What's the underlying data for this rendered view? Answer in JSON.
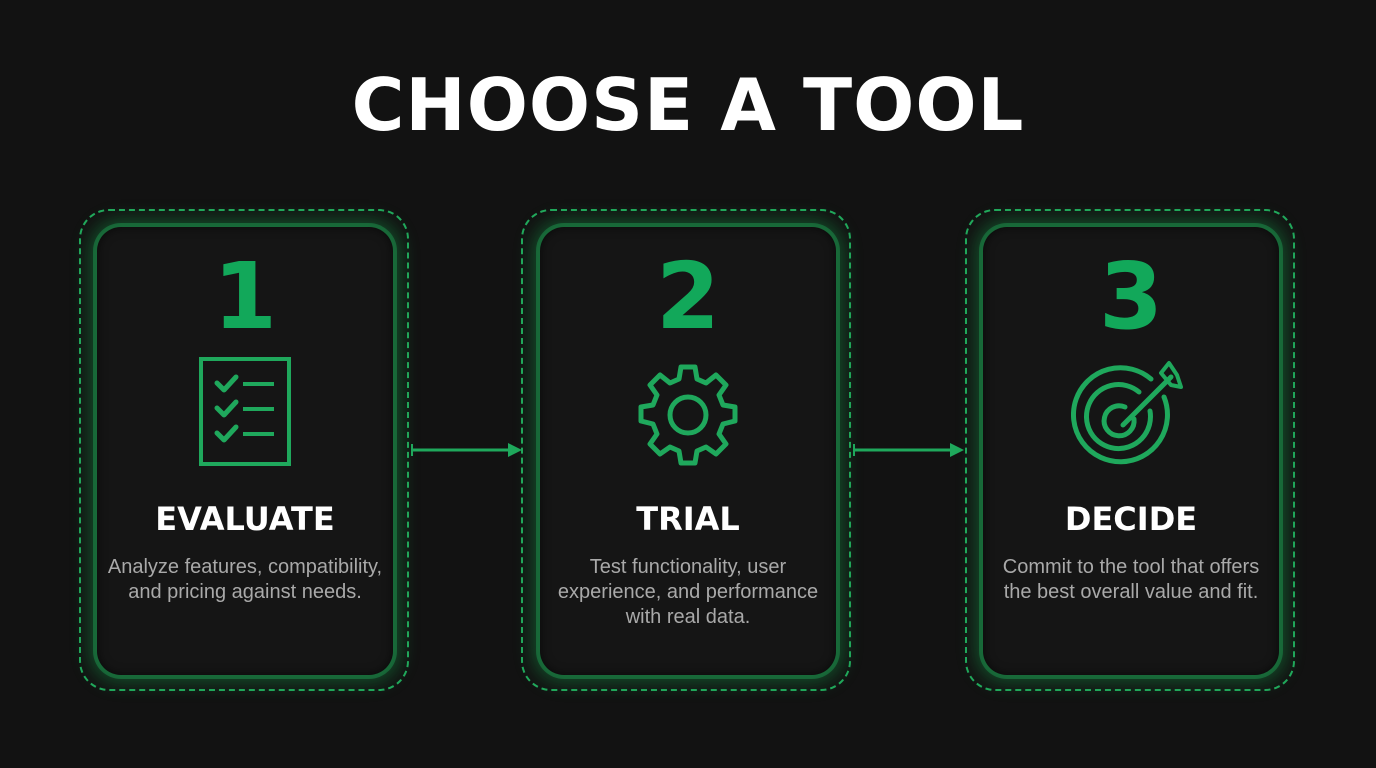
{
  "title": "CHOOSE A TOOL",
  "colors": {
    "background": "#121212",
    "accent": "#1fa85c",
    "title": "#ffffff",
    "description": "#a9a9a9"
  },
  "steps": [
    {
      "number": "1",
      "icon": "checklist-icon",
      "title": "EVALUATE",
      "description": "Analyze features, compatibility, and pricing against needs."
    },
    {
      "number": "2",
      "icon": "gear-icon",
      "title": "TRIAL",
      "description": "Test functionality, user experience, and performance with real data."
    },
    {
      "number": "3",
      "icon": "target-icon",
      "title": "DECIDE",
      "description": "Commit to the tool that offers the best overall value and fit."
    }
  ],
  "connectors": [
    {
      "from": "1",
      "to": "2"
    },
    {
      "from": "2",
      "to": "3"
    }
  ]
}
